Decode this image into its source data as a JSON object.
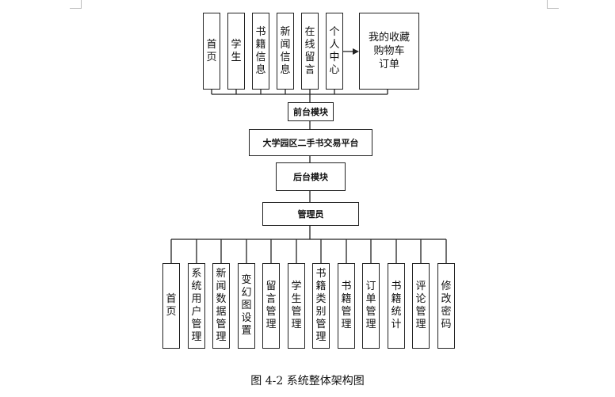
{
  "frontend_modules": [
    "首页",
    "学生",
    "书籍信息",
    "新闻信息",
    "在线留言",
    "个人中心"
  ],
  "personal_center_items": [
    "我的收藏",
    "购物车",
    "订单"
  ],
  "frontend_label": "前台模块",
  "platform_label": "大学园区二手书交易平台",
  "backend_label": "后台模块",
  "admin_label": "管理员",
  "backend_modules": [
    "首页",
    "系统用户管理",
    "新闻数据管理",
    "变幻图设置",
    "留言管理",
    "学生管理",
    "书籍类别管理",
    "书籍管理",
    "订单管理",
    "书籍统计",
    "评论管理",
    "修改密码"
  ],
  "caption": "图 4-2  系统整体架构图"
}
